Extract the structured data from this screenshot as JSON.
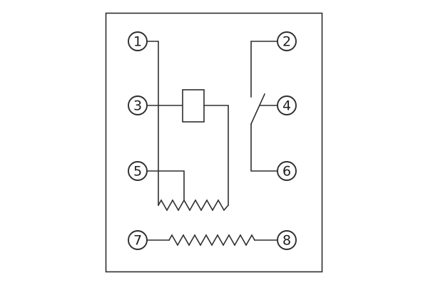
{
  "colors": {
    "line": "#2e2e2e",
    "background": "#ffffff"
  },
  "terminals": [
    {
      "label": "1"
    },
    {
      "label": "2"
    },
    {
      "label": "3"
    },
    {
      "label": "4"
    },
    {
      "label": "5"
    },
    {
      "label": "6"
    },
    {
      "label": "7"
    },
    {
      "label": "8"
    }
  ]
}
